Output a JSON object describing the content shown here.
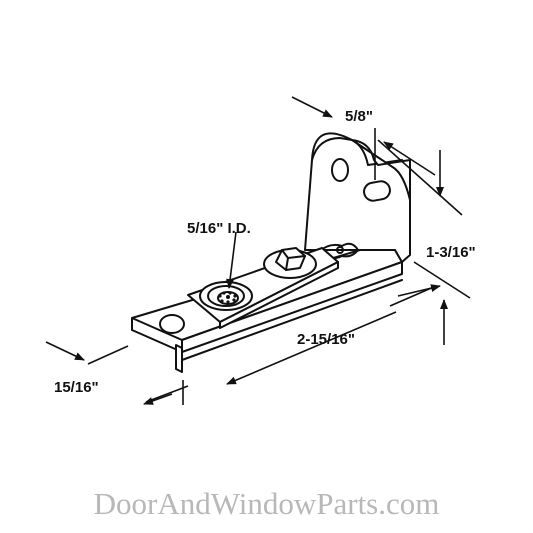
{
  "dimensions": {
    "slot_width": "5/8\"",
    "inner_diameter": "5/16\" I.D.",
    "height": "1-3/16\"",
    "length": "2-15/16\"",
    "width": "15/16\""
  },
  "watermark": "DoorAndWindowParts.com",
  "colors": {
    "ink": "#111111",
    "watermark": "#b8b8b8",
    "background": "#ffffff"
  }
}
